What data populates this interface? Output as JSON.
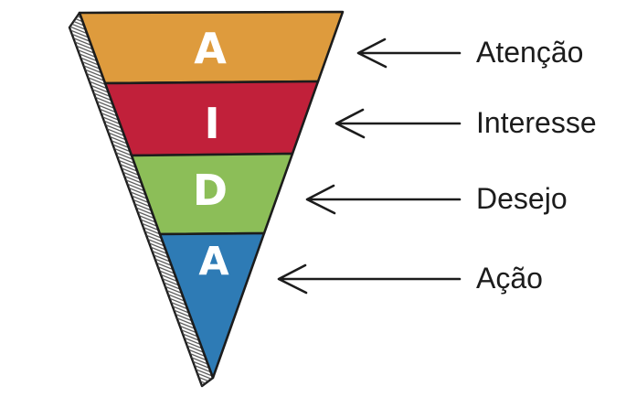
{
  "meta": {
    "diagram_type": "aida-funnel",
    "acronym": "AIDA",
    "background_color": "#ffffff",
    "outline_color": "#1c1c1c",
    "label_text_color": "#1c1c1c",
    "letter_color": "#ffffff",
    "hatch_color": "#474747"
  },
  "funnel": {
    "stages": [
      {
        "letter": "A",
        "label": "Atenção",
        "color": "#de9b3d"
      },
      {
        "letter": "I",
        "label": "Interesse",
        "color": "#c1203a"
      },
      {
        "letter": "D",
        "label": "Desejo",
        "color": "#8cbe58"
      },
      {
        "letter": "A",
        "label": "Ação",
        "color": "#2e7bb5"
      }
    ]
  }
}
